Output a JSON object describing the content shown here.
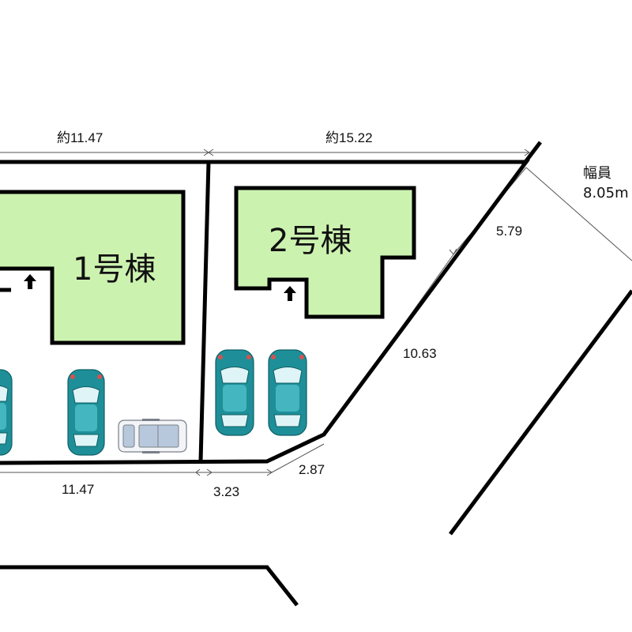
{
  "dimensions": {
    "top_left": "約11.47",
    "top_right": "約15.22",
    "east_upper": "5.79",
    "east_lower": "10.63",
    "south_angle": "2.87",
    "south_mid": "3.23",
    "south_left": "11.47"
  },
  "buildings": {
    "lot1": "1号棟",
    "lot2": "2号棟"
  },
  "road": {
    "width_label": "幅員",
    "width_value": "8.05m"
  },
  "icons": {
    "entrance": "entrance-arrow-icon",
    "car": "car-icon",
    "wagon": "wagon-icon"
  },
  "colors": {
    "building_fill": "#ccf2b0",
    "car_teal": "#1e8f98",
    "outline": "#000000"
  }
}
